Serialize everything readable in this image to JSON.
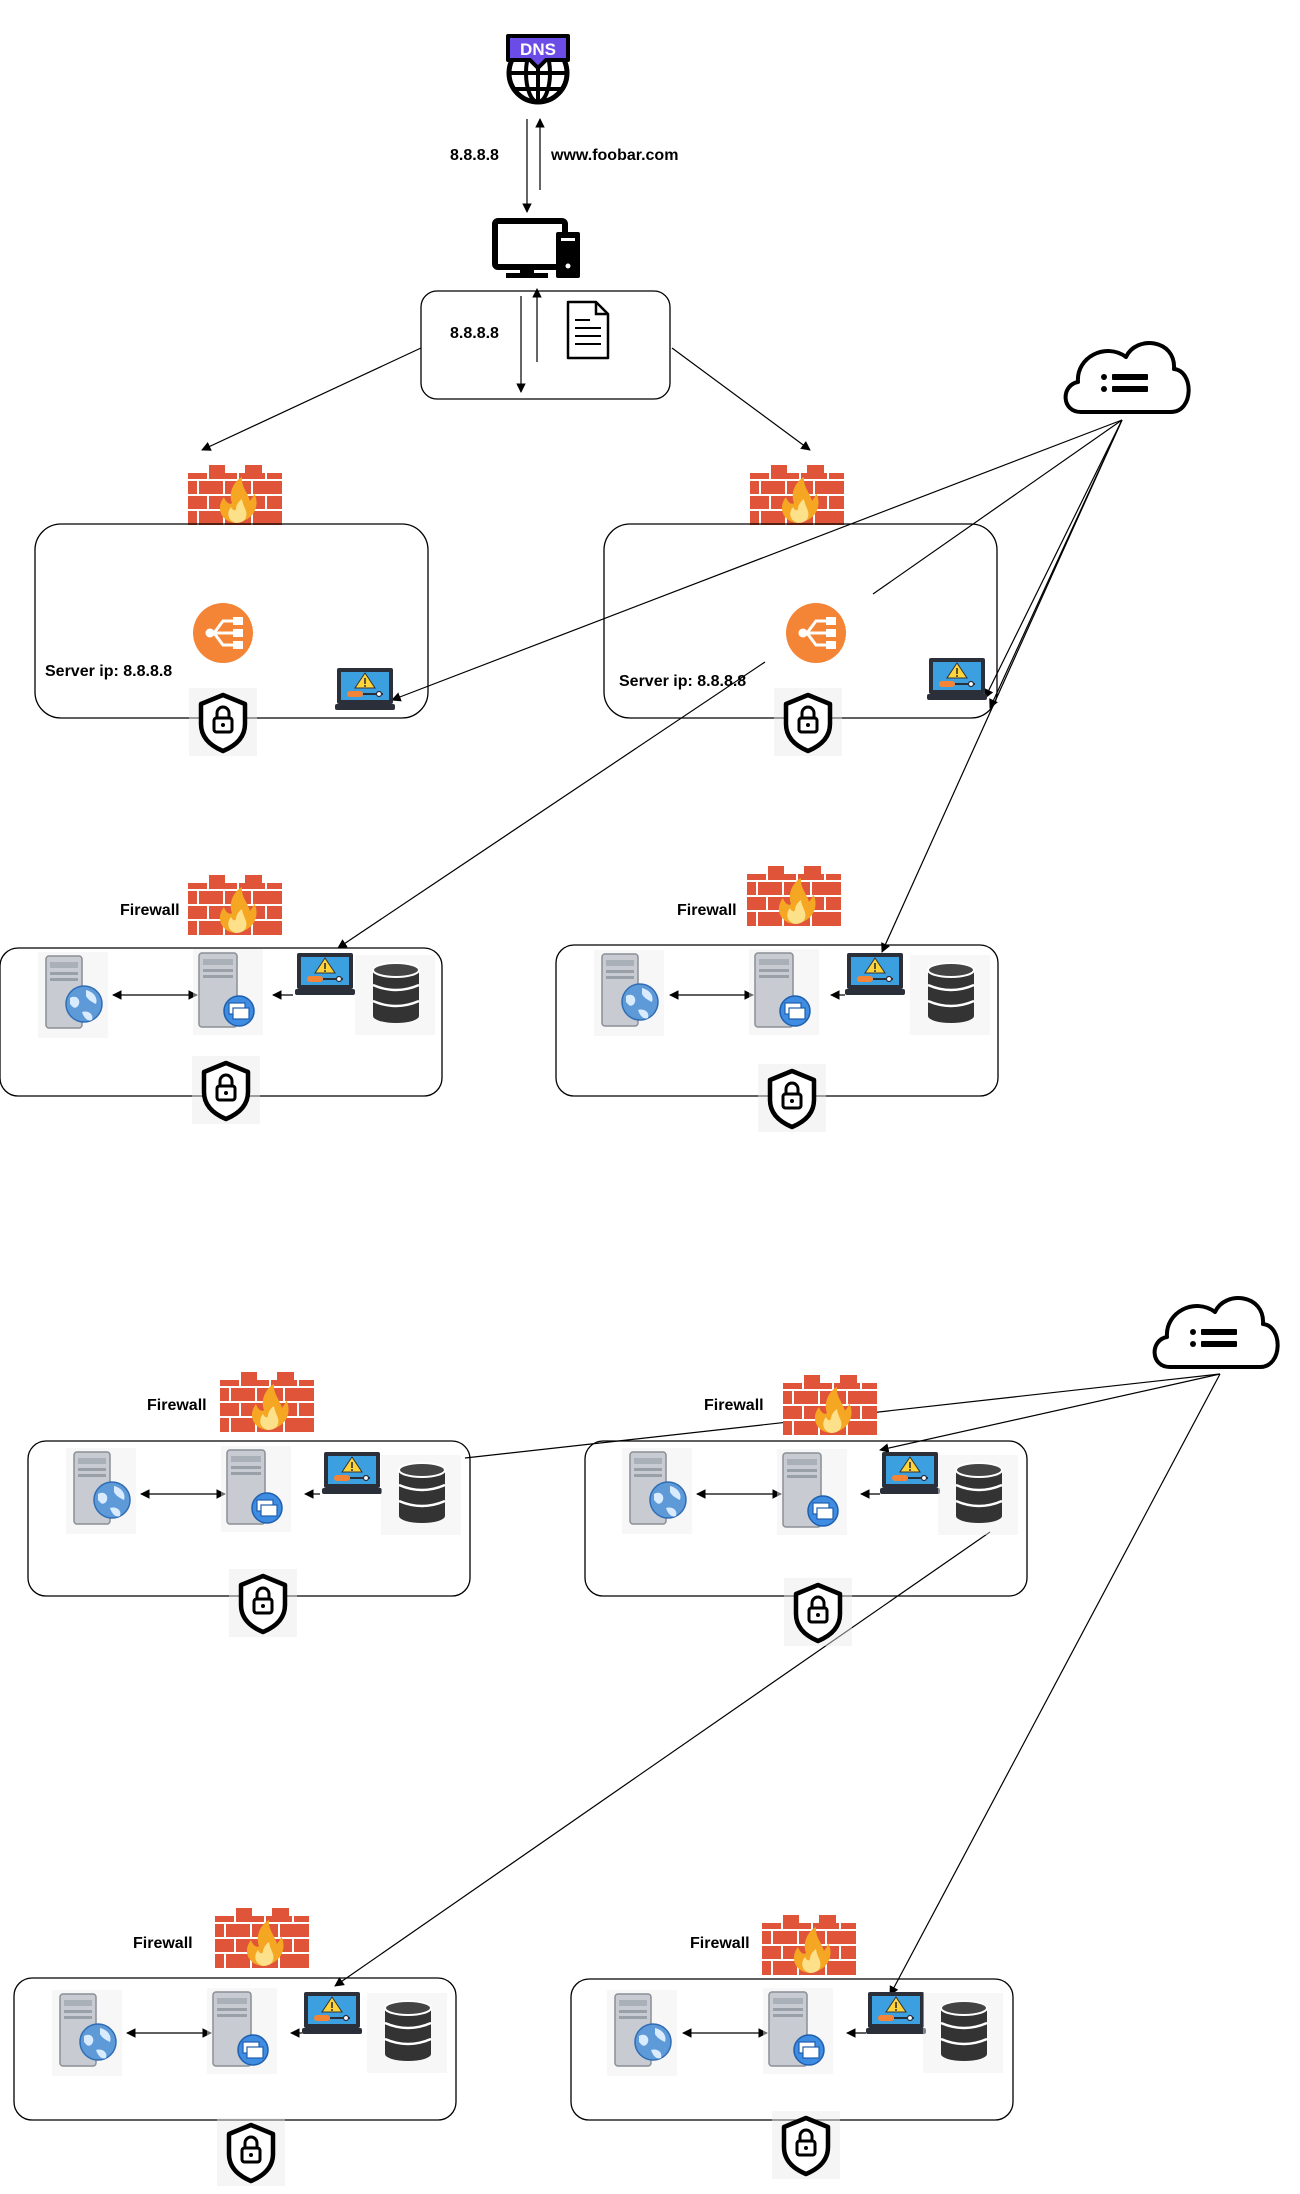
{
  "dns": {
    "badge": "DNS",
    "resolved_ip": "8.8.8.8",
    "query_domain": "www.foobar.com"
  },
  "client": {
    "cache_ip": "8.8.8.8"
  },
  "top_clusters": [
    {
      "server_label": "Server ip: 8.8.8.8"
    },
    {
      "server_label": "Server ip: 8.8.8.8"
    }
  ],
  "server_groups": [
    {
      "firewall_label": "Firewall"
    },
    {
      "firewall_label": "Firewall"
    },
    {
      "firewall_label": "Firewall"
    },
    {
      "firewall_label": "Firewall"
    },
    {
      "firewall_label": "Firewall"
    },
    {
      "firewall_label": "Firewall"
    }
  ],
  "colors": {
    "dns_badge": "#6b4ce6",
    "load_balancer": "#f58536",
    "firewall_brick": "#e0553a",
    "flame": "#f5a623",
    "monitor_screen": "#3b9fe0",
    "warning": "#ffd43b",
    "database": "#333333"
  }
}
